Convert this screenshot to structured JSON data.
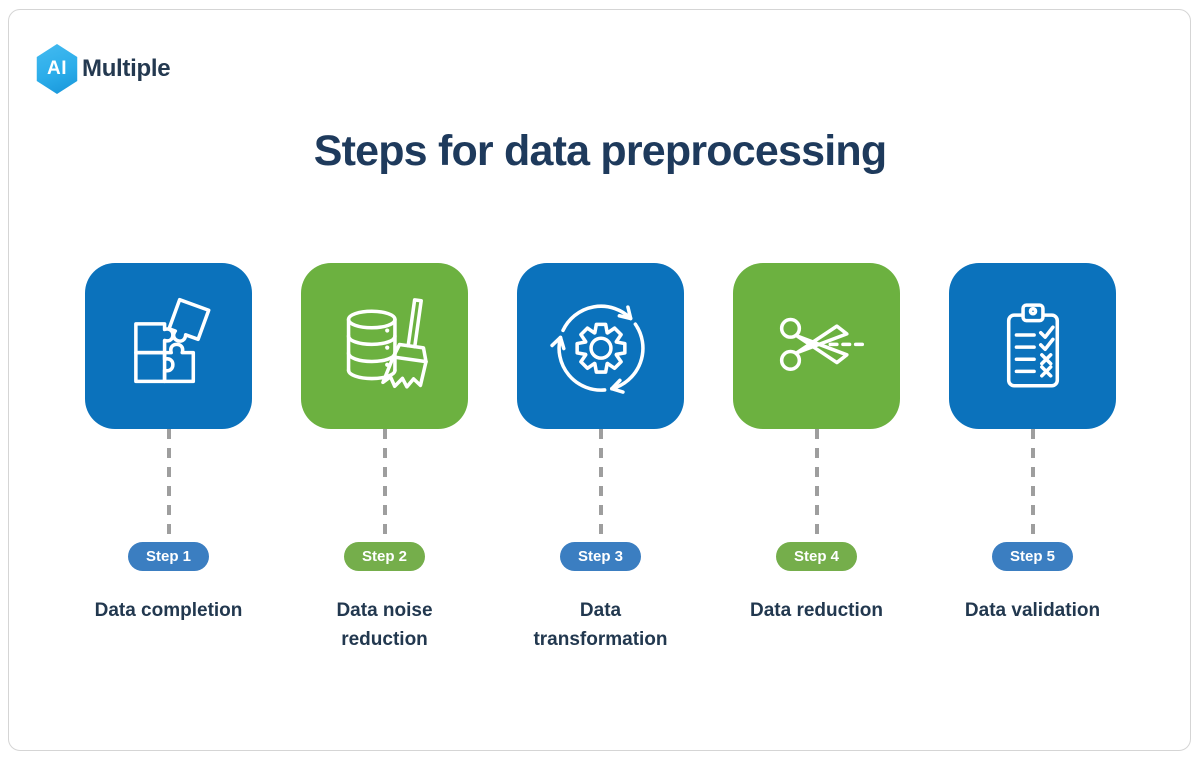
{
  "title": {
    "text": "Steps for data preprocessing"
  },
  "logo": {
    "badge_text": "AI",
    "name_text": "Multiple"
  },
  "colors": {
    "card_blue": "#0b72bc",
    "card_green": "#6cb140",
    "badge_blue": "#3b7ec1",
    "badge_green": "#75ae4b",
    "connector_gray": "#9e9e9e",
    "title_navy": "#1e3a5c",
    "label_navy": "#22384f",
    "logo_hex_blue": "#2badea",
    "logo_text_navy": "#243950",
    "icon_stroke": "#ffffff",
    "frame_border": "#d5d5d5"
  },
  "steps": [
    {
      "badge": "Step 1",
      "label": "Data completion",
      "color": "blue",
      "icon": "puzzle-icon"
    },
    {
      "badge": "Step 2",
      "label": "Data noise reduction",
      "color": "green",
      "icon": "database-broom-icon"
    },
    {
      "badge": "Step 3",
      "label": "Data transformation",
      "color": "blue",
      "icon": "gear-cycle-icon"
    },
    {
      "badge": "Step 4",
      "label": "Data reduction",
      "color": "green",
      "icon": "scissors-icon"
    },
    {
      "badge": "Step 5",
      "label": "Data validation",
      "color": "blue",
      "icon": "clipboard-checklist-icon"
    }
  ]
}
